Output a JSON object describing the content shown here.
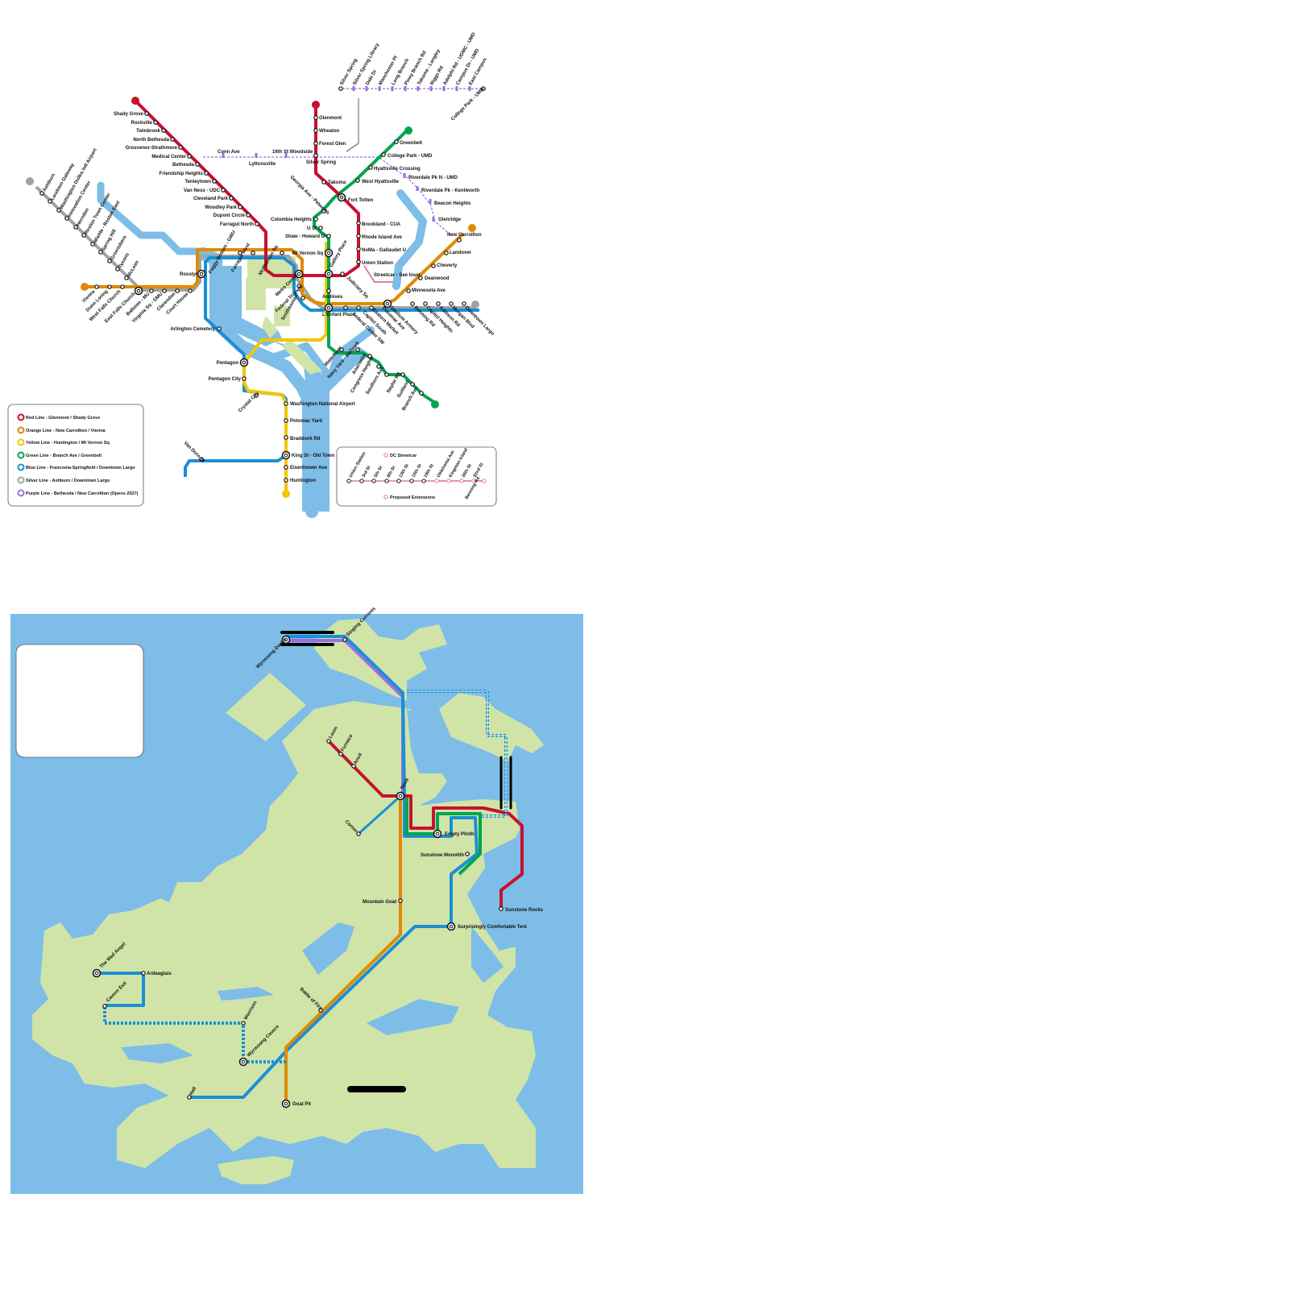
{
  "dc_map": {
    "title": "",
    "lines": {
      "red": {
        "color": "#c8102e"
      },
      "orange": {
        "color": "#e08a00"
      },
      "yellow": {
        "color": "#f2c500"
      },
      "green": {
        "color": "#00a54f"
      },
      "blue": {
        "color": "#1a8fd6"
      },
      "silver": {
        "color": "#a0a2a0"
      },
      "purple": {
        "color": "#9b6fe0"
      },
      "streetcar": {
        "color": "#e07aa0"
      }
    },
    "stations": {
      "red": [
        "Shady Grove",
        "Rockville",
        "Twinbrook",
        "North Bethesda",
        "Grosvenor-Strathmore",
        "Medical Center",
        "Bethesda",
        "Friendship Heights",
        "Tenleytown",
        "Van Ness - UDC",
        "Cleveland Park",
        "Woodley Park",
        "Dupont Circle",
        "Farragut North",
        "Metro Center",
        "Gallery Place",
        "Judiciary Sq",
        "Union Station",
        "NoMa - Gallaudet U",
        "Rhode Island Ave",
        "Brookland - CUA",
        "Fort Totten",
        "Takoma",
        "Silver Spring",
        "Forest Glen",
        "Wheaton",
        "Glenmont"
      ],
      "orange_silver_east": [
        "New Carrollton",
        "Landover",
        "Cheverly",
        "Deanwood",
        "Minnesota Ave",
        "Stadium Armory",
        "Benning Rd",
        "Capitol Heights",
        "Addison Rd",
        "Morgan Blvd",
        "Downtown Largo"
      ],
      "silver_west": [
        "Ashburn",
        "Loudoun Gateway",
        "Washington Dulles Intl Airport",
        "Innovation Center",
        "Herndon",
        "Reston Town Center",
        "Wiehle - Reston East",
        "Spring Hill",
        "Greensboro",
        "Tysons",
        "McLean"
      ],
      "orange_west": [
        "Vienna",
        "Dunn Loring",
        "West Falls Church",
        "East Falls Church",
        "Ballston - MU",
        "Virginia Sq - GMU",
        "Clarendon",
        "Court House",
        "Rosslyn",
        "Foggy Bottom - GWU",
        "Farragut West",
        "McPherson Sq"
      ],
      "green": [
        "Greenbelt",
        "College Park - UMD",
        "Hyattsville Crossing",
        "West Hyattsville",
        "Georgia Ave - Petworth",
        "Columbia Heights",
        "U St",
        "Shaw - Howard U",
        "Mt Vernon Sq",
        "Archives",
        "L'Enfant Plaza",
        "Waterfront",
        "Navy Yard - Ballpark",
        "Anacostia",
        "Congress Heights",
        "Southern Ave",
        "Naylor Rd",
        "Suitland",
        "Branch Ave"
      ],
      "blue_south": [
        "Arlington Cemetery",
        "Pentagon",
        "Pentagon City",
        "Crystal City",
        "Washington National Airport",
        "Potomac Yard",
        "Braddock Rd",
        "King St - Old Town",
        "Eisenhower Ave",
        "Huntington",
        "Van Dorn St"
      ],
      "central": [
        "Smithsonian",
        "Federal Triangle",
        "Federal Center SW",
        "Capitol South",
        "Eastern Market",
        "Potomac Ave"
      ],
      "purple": [
        "Conn Ave",
        "Lyttonsville",
        "16th St Woodside",
        "Silver Spring",
        "Silver Spring Library",
        "Dale Dr",
        "Manchester Pl",
        "Long Branch",
        "Piney Branch Rd",
        "Takoma - Langley",
        "Riggs Rd",
        "Adelphi Rd - UGMC - UMD",
        "Campus Dr - UMD",
        "East Campus",
        "College Park - UMD",
        "Riverdale Pk N - UMD",
        "Riverdale Pk - Kenilworth",
        "Beacon Heights",
        "Glenridge"
      ],
      "streetcar_inset": "Streetcar - See Inset"
    },
    "legend": [
      {
        "label": "Red Line - Glenmont / Shady Grove",
        "color": "#c8102e"
      },
      {
        "label": "Orange Line - New Carrollton / Vienna",
        "color": "#e08a00"
      },
      {
        "label": "Yellow Line - Huntington / Mt Vernon Sq",
        "color": "#f2c500"
      },
      {
        "label": "Green Line - Branch Ave / Greenbelt",
        "color": "#00a54f"
      },
      {
        "label": "Blue Line - Franconia-Springfield / Downtown Largo",
        "color": "#1a8fd6"
      },
      {
        "label": "Silver Line - Ashburn / Downtown Largo",
        "color": "#a0a2a0"
      },
      {
        "label": "Purple Line - Bethesda / New Carrollton (Opens 2027)",
        "color": "#9b6fe0"
      }
    ],
    "streetcar": {
      "title": "DC Streetcar",
      "extensions": "Proposed Extensions",
      "stations": [
        "Union Station",
        "3rd St",
        "5th St",
        "8th St",
        "13th St",
        "15th St",
        "19th St",
        "Oklahoma Ave",
        "Kingman Island",
        "26th St",
        "32nd St",
        "Benning Rd"
      ]
    }
  },
  "fantasy_map": {
    "colors": {
      "water": "#7dbde8",
      "land": "#d0e4a8"
    },
    "stations": [
      "Wyrmsong Docks",
      "Singing Currents",
      "Loom",
      "Furnace",
      "Anvil",
      "Nook",
      "Corner",
      "Empty Plinth",
      "Sunstone Monolith",
      "Sunstone Rocks",
      "Mountain Goat",
      "Surprisingly Comfortable Tent",
      "The Mad Angel",
      "Ardeaglais",
      "Cavern Exit",
      "Morrison",
      "Wyrmsong Cavern",
      "Battle of Fire",
      "Hall",
      "Goat Pit"
    ]
  }
}
